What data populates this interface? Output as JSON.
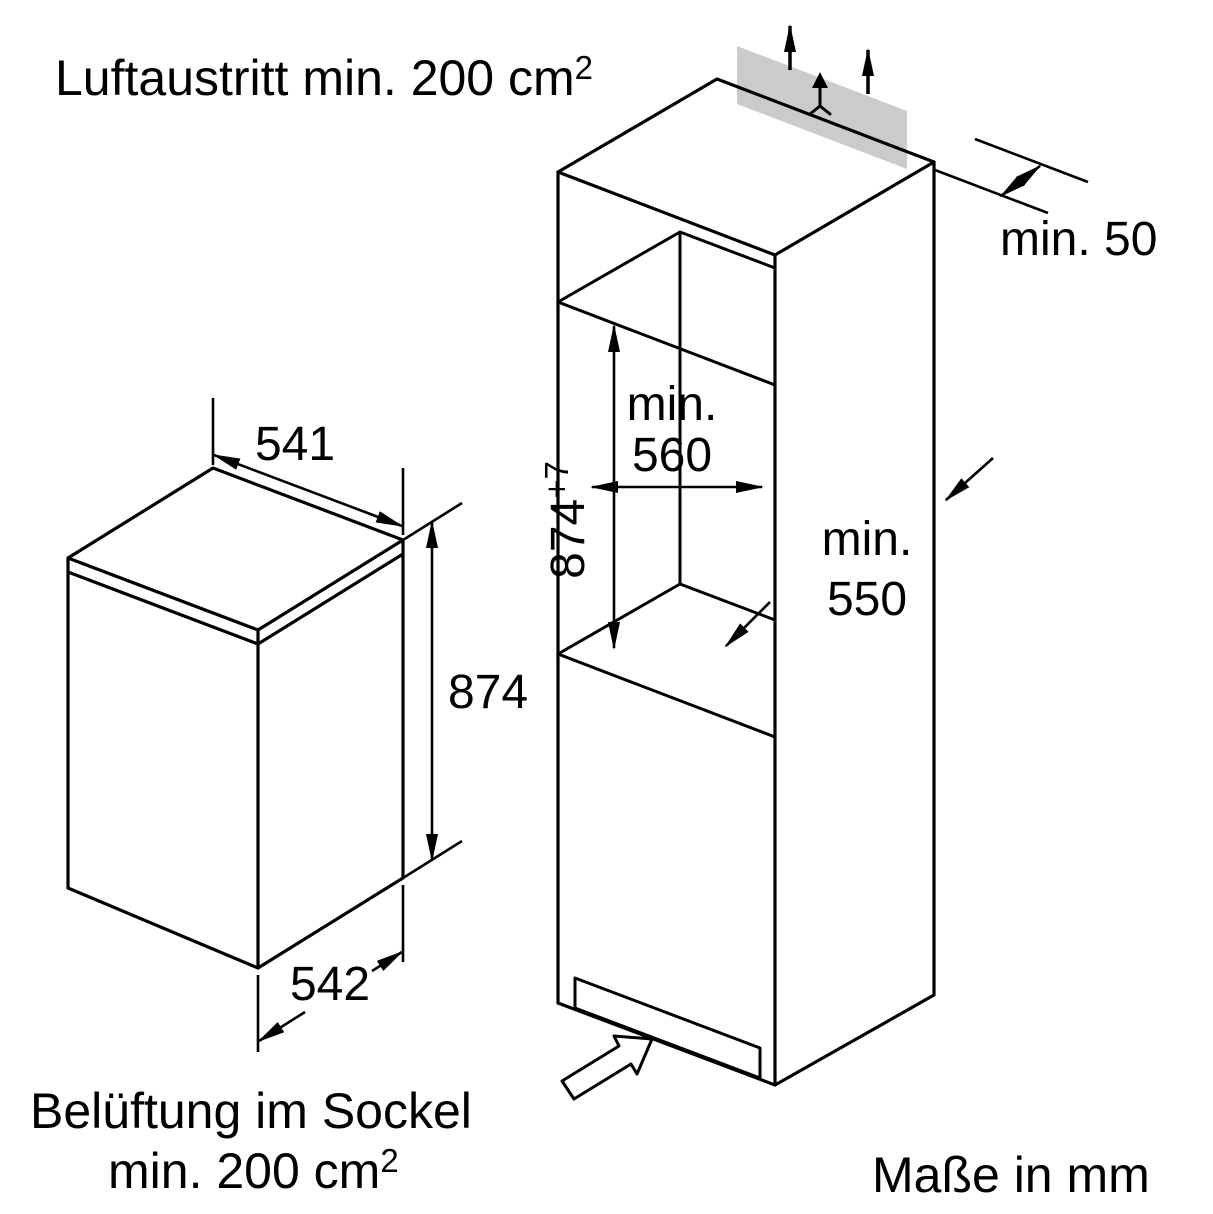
{
  "colors": {
    "background": "#ffffff",
    "line": "#000000",
    "vent_strip": "#cbcbcb"
  },
  "captions": {
    "air_outlet": {
      "main": "Luftaustritt min. 200 cm",
      "sup": "2"
    },
    "base_vent_line1": "Belüftung im Sockel",
    "base_vent_line2": {
      "main": "min. 200 cm",
      "sup": "2"
    },
    "units": "Maße in mm"
  },
  "appliance_dimensions": {
    "top_width": "541",
    "height": "874",
    "bottom_depth": "542"
  },
  "niche_dimensions": {
    "rear_gap": "min. 50",
    "width_prefix": "min.",
    "width_value": "560",
    "height_value": "874",
    "height_tolerance": "+7",
    "depth_prefix": "min.",
    "depth_value": "550"
  },
  "icons": {
    "air_outlet_symbol": "air-outlet-icon",
    "airflow_arrows": "up-arrow-icons",
    "insertion_arrow": "insert-direction-arrow-icon"
  }
}
